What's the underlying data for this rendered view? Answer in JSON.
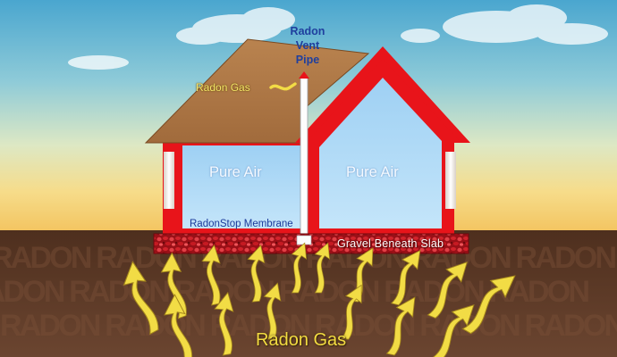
{
  "labels": {
    "vent_pipe": [
      "Radon",
      "Vent",
      "Pipe"
    ],
    "radon_gas_top": "Radon Gas",
    "pure_air_left": "Pure Air",
    "pure_air_right": "Pure Air",
    "membrane": "RadonStop Membrane",
    "gravel": "Gravel Beneath Slab",
    "radon_gas_bottom": "Radon Gas"
  },
  "watermark": "RADON",
  "colors": {
    "roof": "#b07a48",
    "house_frame": "#e8141a",
    "interior_air": "#a8d6f5",
    "vent_pipe": "#fdfdfd",
    "gravel": "#b3161d",
    "soil": "#5c3a26",
    "gas_arrow": "#f2dc45",
    "label_blue": "#1f3f9e"
  },
  "icons": [
    "radon-gas-arrow",
    "radon-gas-wisp"
  ]
}
